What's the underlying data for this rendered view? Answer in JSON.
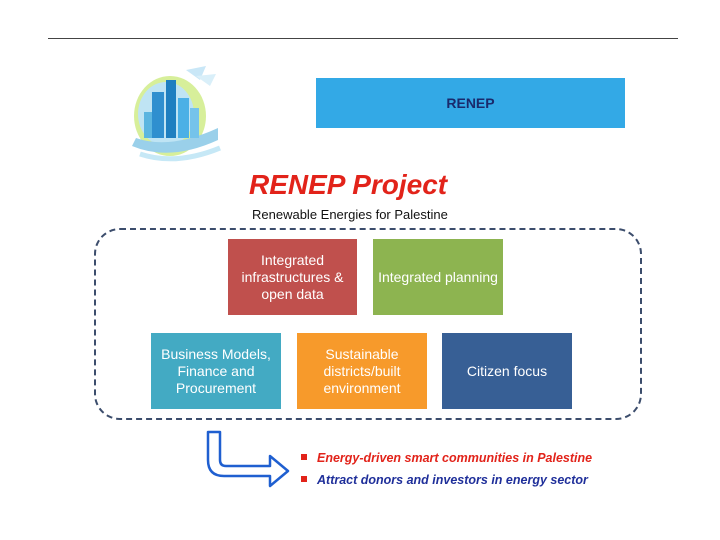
{
  "banner": {
    "label": "RENEP"
  },
  "header": {
    "title": "RENEP Project",
    "subtitle": "Renewable Energies for Palestine"
  },
  "boxes": [
    {
      "label": "Integrated infrastructures & open data",
      "color": "#c0504d"
    },
    {
      "label": "Integrated planning",
      "color": "#8db450"
    },
    {
      "label": "Business Models, Finance and Procurement",
      "color": "#43aac3"
    },
    {
      "label": "Sustainable districts/built environment",
      "color": "#f79a2b"
    },
    {
      "label": "Citizen focus",
      "color": "#375f95"
    }
  ],
  "outcomes": [
    {
      "text": "Energy-driven smart communities in Palestine",
      "color": "#e2231a"
    },
    {
      "text": "Attract donors and investors in energy sector",
      "color": "#1f2f9a"
    }
  ],
  "icons": {
    "logo": "smart-city-globe-icon",
    "arrow": "curved-arrow-icon",
    "bullet": "square-bullet-icon"
  }
}
